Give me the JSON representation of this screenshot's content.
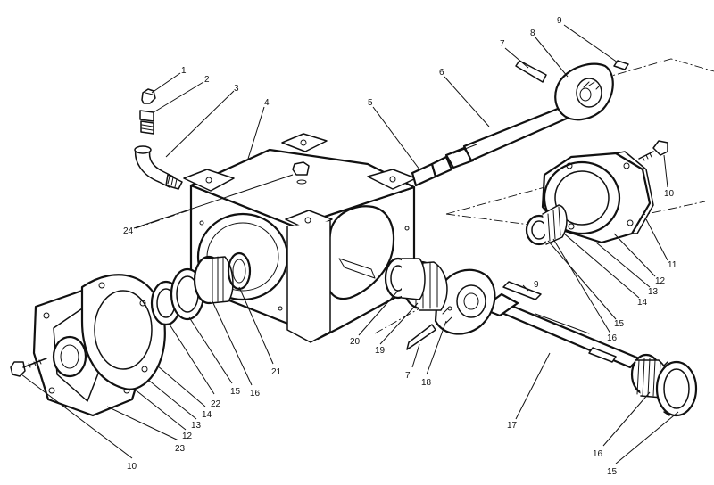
{
  "callouts": [
    {
      "label": "1"
    },
    {
      "label": "2"
    },
    {
      "label": "3"
    },
    {
      "label": "4"
    },
    {
      "label": "5"
    },
    {
      "label": "6"
    },
    {
      "label": "7"
    },
    {
      "label": "8"
    },
    {
      "label": "9"
    },
    {
      "label": "10"
    },
    {
      "label": "11"
    },
    {
      "label": "12"
    },
    {
      "label": "13"
    },
    {
      "label": "14"
    },
    {
      "label": "15"
    },
    {
      "label": "16"
    },
    {
      "label": "24"
    },
    {
      "label": "9"
    },
    {
      "label": "20"
    },
    {
      "label": "19"
    },
    {
      "label": "7"
    },
    {
      "label": "18"
    },
    {
      "label": "17"
    },
    {
      "label": "16"
    },
    {
      "label": "15"
    },
    {
      "label": "21"
    },
    {
      "label": "16"
    },
    {
      "label": "15"
    },
    {
      "label": "22"
    },
    {
      "label": "14"
    },
    {
      "label": "13"
    },
    {
      "label": "12"
    },
    {
      "label": "23"
    },
    {
      "label": "10"
    }
  ]
}
